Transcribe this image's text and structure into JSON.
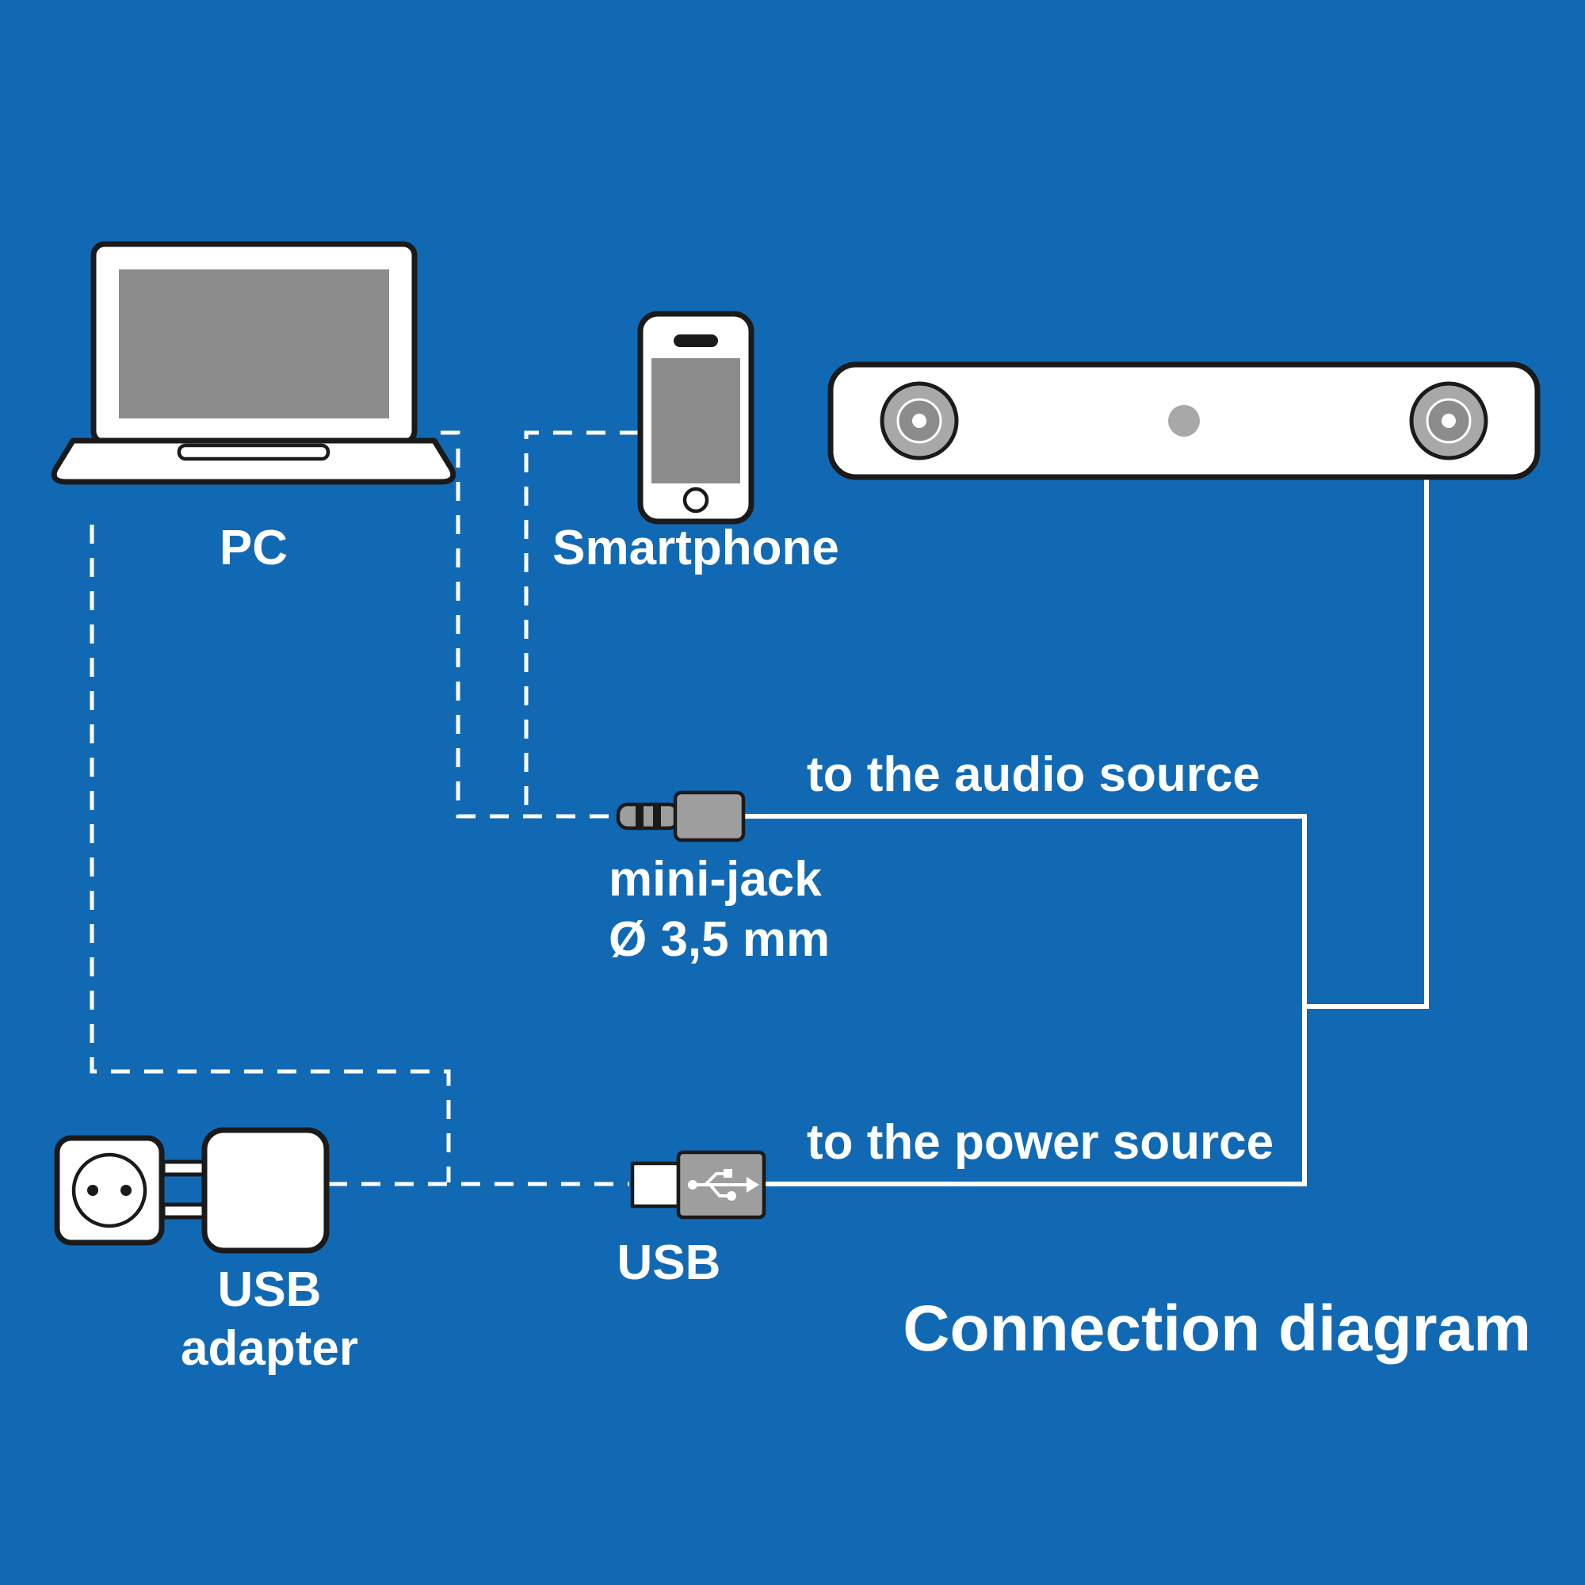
{
  "title": "Connection diagram",
  "colors": {
    "background": "#1169b4",
    "white": "#ffffff",
    "outline": "#1a1a1a",
    "screen_gray": "#8c8c8c",
    "connector_gray": "#9e9e9e",
    "speaker_gray": "#a8a8a8",
    "speaker_inner": "#8c8c8c"
  },
  "devices": {
    "pc": {
      "label": "PC"
    },
    "smartphone": {
      "label": "Smartphone"
    },
    "mini_jack": {
      "label_line1": "mini-jack",
      "label_line2": "Ø 3,5 mm"
    },
    "usb_plug": {
      "label": "USB"
    },
    "usb_adapter": {
      "label_line1": "USB",
      "label_line2": "adapter"
    }
  },
  "annotations": {
    "audio": "to the audio source",
    "power": "to the power source"
  }
}
